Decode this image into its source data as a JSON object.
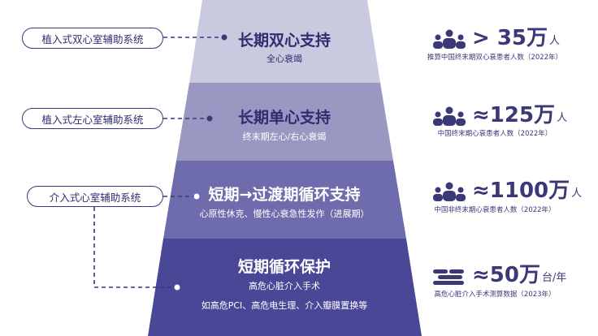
{
  "tiers": [
    {
      "title": "长期双心支持",
      "subtitle": "全心衰竭",
      "color": "#c9c9e0"
    },
    {
      "title": "长期单心支持",
      "subtitle": "终末期左心/右心衰竭",
      "color": "#9898c3"
    },
    {
      "title": "短期→过渡期循环支持",
      "subtitle": "心原性休克、慢性心衰急性发作（进展期）",
      "color": "#6e6cac"
    },
    {
      "title": "短期循环保护",
      "subtitle": "高危心脏介入手术",
      "subtitle2": "如高危PCI、高危电生理、介入瓣膜置换等",
      "color": "#4a4796"
    }
  ],
  "devices": [
    {
      "label": "植入式双心室辅助系统"
    },
    {
      "label": "植入式左心室辅助系统"
    },
    {
      "label": "介入式心室辅助系统"
    }
  ],
  "stats": [
    {
      "icon": "people-icon",
      "value": "> 35万",
      "unit": "人",
      "caption": "推算中国终末期双心衰患者人数（2022年）"
    },
    {
      "icon": "people-icon",
      "value": "≈125万",
      "unit": "人",
      "caption": "中国终末期心衰患者人数（2022年）"
    },
    {
      "icon": "people-icon",
      "value": "≈1100万",
      "unit": "人",
      "caption": "中国非终末期心衰患者人数（2022年）"
    },
    {
      "icon": "pills-stack-icon",
      "value": "≈50万",
      "unit": "台/年",
      "caption": "高危心脏介入手术测算数据（2023年）"
    }
  ],
  "colors": {
    "accent": "#3b3878",
    "connector": "#3b3878"
  }
}
